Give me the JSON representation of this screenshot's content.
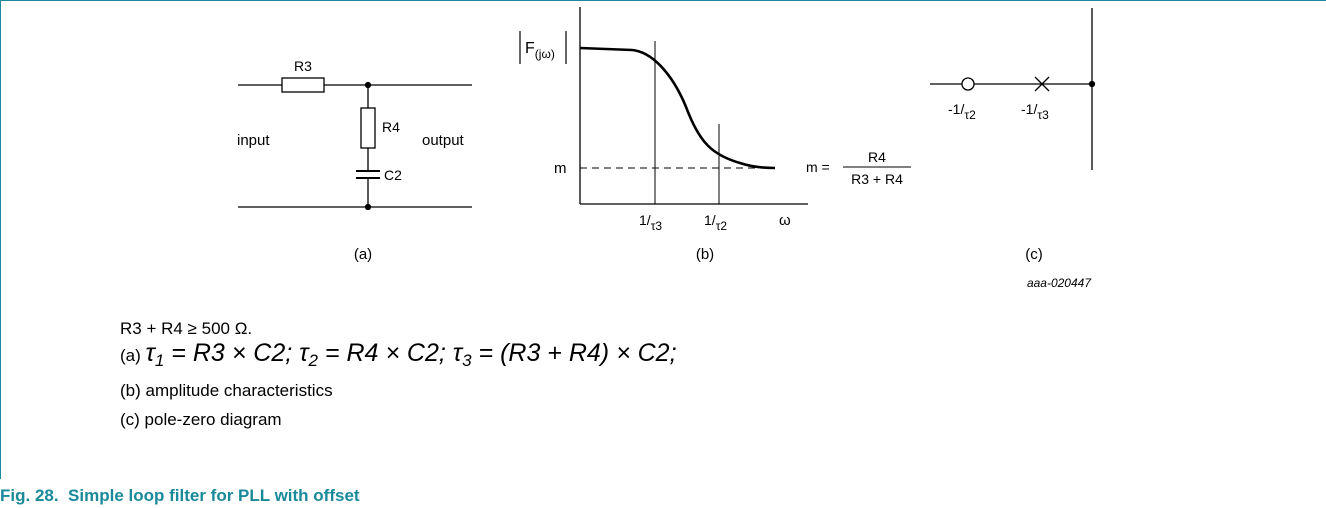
{
  "figure": {
    "circuit": {
      "r3": "R3",
      "r4": "R4",
      "c2": "C2",
      "input": "input",
      "output": "output",
      "panel": "(a)"
    },
    "amplitude": {
      "ylabel_pre": "F",
      "ylabel_sub": "(jω)",
      "m": "m",
      "tick1_num": "1/",
      "tick1_den": "τ3",
      "tick2_num": "1/",
      "tick2_den": "τ2",
      "xlabel": "ω",
      "formula_lhs": "m =",
      "formula_num": "R4",
      "formula_den": "R3 + R4",
      "panel": "(b)"
    },
    "polezero": {
      "zero_num": "-1/",
      "zero_den": "τ2",
      "pole_num": "-1/",
      "pole_den": "τ3",
      "panel": "(c)"
    },
    "id": "aaa-020447"
  },
  "notes": {
    "constraint": "R3 + R4 ≥ 500 Ω.",
    "eq_prefix": "(a) ",
    "eq_t1": "τ",
    "eq_t1_sub": "1",
    "eq_t1_rhs": " = R3 × C2; ",
    "eq_t2": "τ",
    "eq_t2_sub": "2",
    "eq_t2_rhs": " = R4 × C2; ",
    "eq_t3": "τ",
    "eq_t3_sub": "3",
    "eq_t3_rhs": " = (R3 + R4) × C2;",
    "b": "(b) amplitude characteristics",
    "c": "(c) pole-zero diagram"
  },
  "caption": {
    "number": "Fig. 28.",
    "title": "Simple loop filter for PLL with offset"
  }
}
